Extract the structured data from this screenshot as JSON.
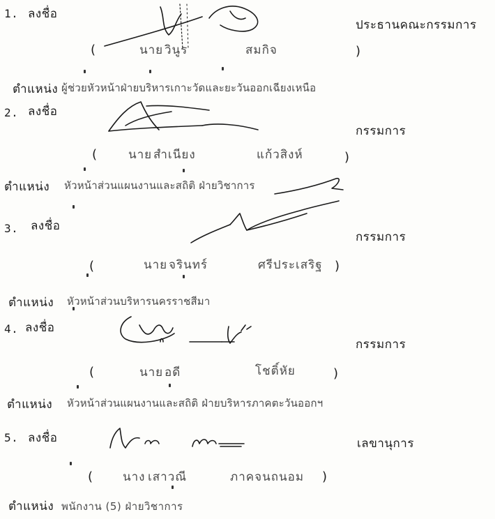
{
  "members": [
    {
      "number": "1.",
      "sign_label": "ลงชื่อ",
      "role": "ประธานคณะกรรมการ",
      "name_open": "(",
      "title_prefix": "นาย",
      "first_name": "วินูร",
      "last_name": "สมกิจ",
      "name_close": ")",
      "position_label": "ตำแหน่ง",
      "position": "ผู้ช่วยหัวหน้าฝ่ายบริหารเกาะวัดและยะวันออกเฉียงเหนือ"
    },
    {
      "number": "2.",
      "sign_label": "ลงชื่อ",
      "role": "กรรมการ",
      "name_open": "(",
      "title_prefix": "นาย",
      "first_name": "สำเนียง",
      "last_name": "แก้วสิงห์",
      "name_close": ")",
      "position_label": "ตำแหน่ง",
      "position": "หัวหน้าส่วนแผนงานและสถิติ ฝ่ายวิชาการ"
    },
    {
      "number": "3.",
      "sign_label": "ลงชื่อ",
      "role": "กรรมการ",
      "name_open": "(",
      "title_prefix": "นาย",
      "first_name": "จรินทร์",
      "last_name": "ศรีประเสริฐ",
      "name_close": ")",
      "position_label": "ตำแหน่ง",
      "position": "หัวหน้าส่วนบริหารนครราชสีมา"
    },
    {
      "number": "4.",
      "sign_label": "ลงชื่อ",
      "role": "กรรมการ",
      "name_open": "(",
      "title_prefix": "นาย",
      "first_name": "อดี",
      "last_name": "โชติ์หัย",
      "name_close": ")",
      "position_label": "ตำแหน่ง",
      "position": "หัวหน้าส่วนแผนงานและสถิติ ฝ่ายบริหารภาคตะวันออกฯ"
    },
    {
      "number": "5.",
      "sign_label": "ลงชื่อ",
      "role": "เลขานุการ",
      "name_open": "(",
      "title_prefix": "นาง",
      "first_name": "เสาวณี",
      "last_name": "ภาคจนถนอม",
      "name_close": ")",
      "position_label": "ตำแหน่ง",
      "position": "พนักงาน (5) ฝ่ายวิชาการ"
    }
  ]
}
